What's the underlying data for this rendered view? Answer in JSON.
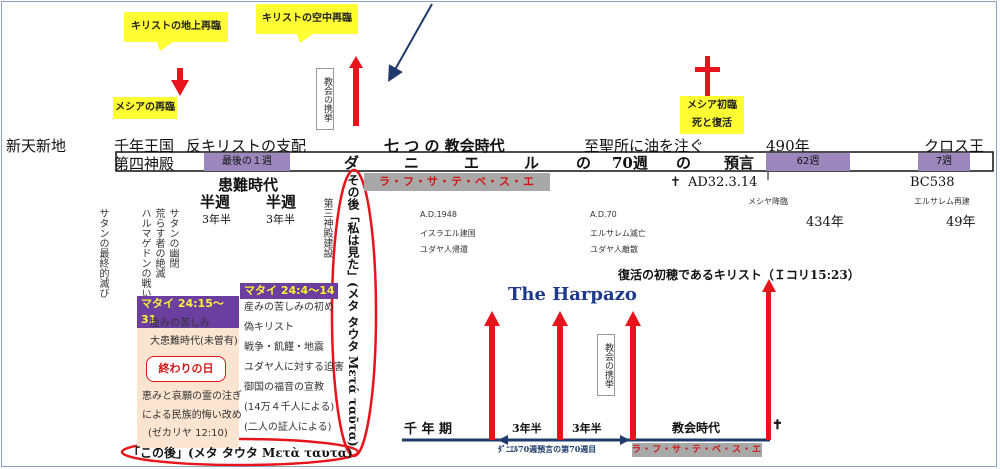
{
  "callouts": {
    "earthly": "キリストの地上再臨",
    "aerial": "キリストの空中再臨",
    "messiah_return": "メシアの再臨",
    "messiah_first_1": "メシア初臨",
    "messiah_first_2": "死と復活"
  },
  "church_rapture": "教会の携挙",
  "row1": {
    "new_heaven": "新天新地",
    "millennium": "千年王国",
    "antichrist": "反キリストの支配",
    "church_age": "七 つ の 教会時代",
    "anoint": "至聖所に油を注ぐ",
    "y490": "490年",
    "cross": "クロス王"
  },
  "row2": {
    "temple4": "第四神殿",
    "last_week": "最後の１週",
    "d_title": [
      "ダ",
      "ニ",
      "エ",
      "ル",
      "の",
      "70週",
      "の",
      "預言"
    ],
    "w62": "62週",
    "w7": "7週"
  },
  "laodicea": "ラ・フ・サ・テ・ベ・ス・エ",
  "ad_date": "AD32.3.14",
  "bc538": "BC538",
  "tribulation": "患難時代",
  "half1": "半週",
  "half2": "半週",
  "yr1": "3年半",
  "yr2": "3年半",
  "messiah_came": "メシヤ降臨",
  "jerusalem_rebuilt": "エルサレム再建",
  "y434": "434年",
  "y49": "49年",
  "ad1948": {
    "year": "A.D.1948",
    "l1": "イスラエル建国",
    "l2": "ユダヤ人帰還"
  },
  "ad70": {
    "year": "A.D.70",
    "l1": "エルサレム滅亡",
    "l2": "ユダヤ人離散"
  },
  "satan": "サタンの最終的滅び",
  "armageddon": [
    "ハルマゲドンの戦い",
    "荒らす者の絶滅",
    "サタンの幽閉"
  ],
  "third_temple": "第三神殿建設",
  "greek_vertical": "その後「私は見た」(メタ タウタ Μετά ταῦτα)",
  "firstfruits": "復活の初穂であるキリスト（Ｉコリ15:23）",
  "harpazo": "The Harpazo",
  "matt1": {
    "head": "マタイ 24:15〜31",
    "lines": [
      "産みの苦しみ",
      "大患難時代(未曽有)"
    ],
    "end_label": "終わりの日",
    "lines2": [
      "恵みと哀願の霊の注ぎ",
      "による民族的悔い改め",
      "(ゼカリヤ 12:10)"
    ]
  },
  "matt2": {
    "head": "マタイ 24:4〜14",
    "lines": [
      "産みの苦しみの初め",
      "偽キリスト",
      "戦争・飢饉・地震",
      "ユダヤ人に対する迫害",
      "御国の福音の宣教",
      "(14万４千人による)",
      "(二人の証人による)"
    ]
  },
  "bottom": {
    "millennium": "千 年 期",
    "y1": "3年半",
    "y2": "3年半",
    "church_age": "教会時代",
    "week70": "ﾀﾞﾆｴﾙ70週預言の第70週目",
    "laodicea": "ラ・フ・サ・テ・ベ・ス・エ"
  },
  "after_this": "「この後」(メタ タウタ Μετὰ ταυτα)",
  "colors": {
    "red": "#e8141b",
    "yellow": "#ffff33",
    "purple": "#9c87bd",
    "navy": "#1f3a6b",
    "gray": "#a8a8a8"
  }
}
